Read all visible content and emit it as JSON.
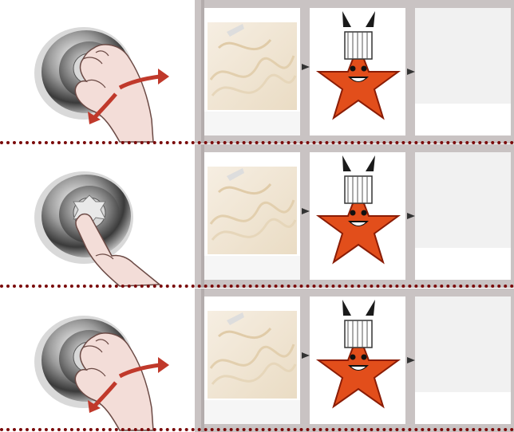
{
  "steps": [
    {
      "action": "rotate",
      "knob_icon": "knob-rotate-hand-icon",
      "arrow_icon": "curved-double-arrow-icon"
    },
    {
      "action": "press",
      "knob_icon": "knob-press-finger-icon"
    },
    {
      "action": "rotate",
      "knob_icon": "knob-rotate-hand-icon",
      "arrow_icon": "curved-double-arrow-icon"
    }
  ],
  "display": {
    "tiles": [
      "pasta-image",
      "chef-star-icon",
      "blank-tile"
    ],
    "selected_index": 1
  },
  "colors": {
    "divider": "#7a0a0a",
    "frame": "#c9c3c3",
    "arrow": "#c0392b",
    "star": "#e24e1b",
    "skin": "#f3ddd8"
  }
}
